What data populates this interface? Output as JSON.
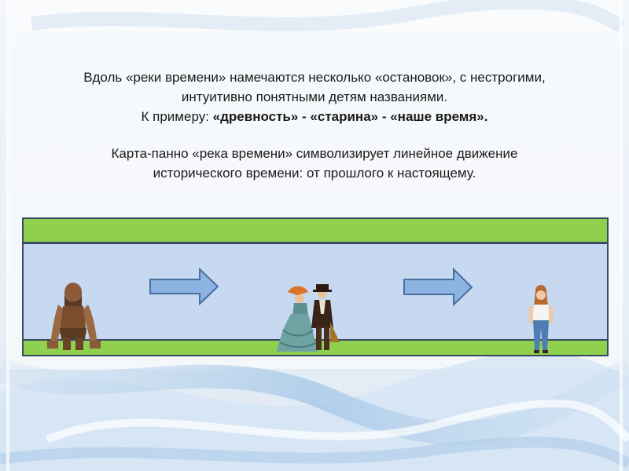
{
  "slide": {
    "line1": "Вдоль «реки времени» намечаются несколько «остановок», с нестрогими,",
    "line2": "интуитивно понятными детям названиями.",
    "line3_prefix": "К примеру: ",
    "line3_bold": "«древность» - «старина» - «наше время».",
    "line4": "Карта-панно «река времени» символизирует линейное движение",
    "line5": "исторического времени: от прошлого к настоящему."
  },
  "colors": {
    "green_band": "#8fd14f",
    "river": "#c6d9f1",
    "arrow_fill": "#8db3e2",
    "arrow_stroke": "#4a6f9c",
    "border": "#3a4a63"
  },
  "river": {
    "arrows": 2,
    "figures": [
      "caveman-figure",
      "victorian-couple-figure",
      "modern-woman-figure"
    ]
  }
}
